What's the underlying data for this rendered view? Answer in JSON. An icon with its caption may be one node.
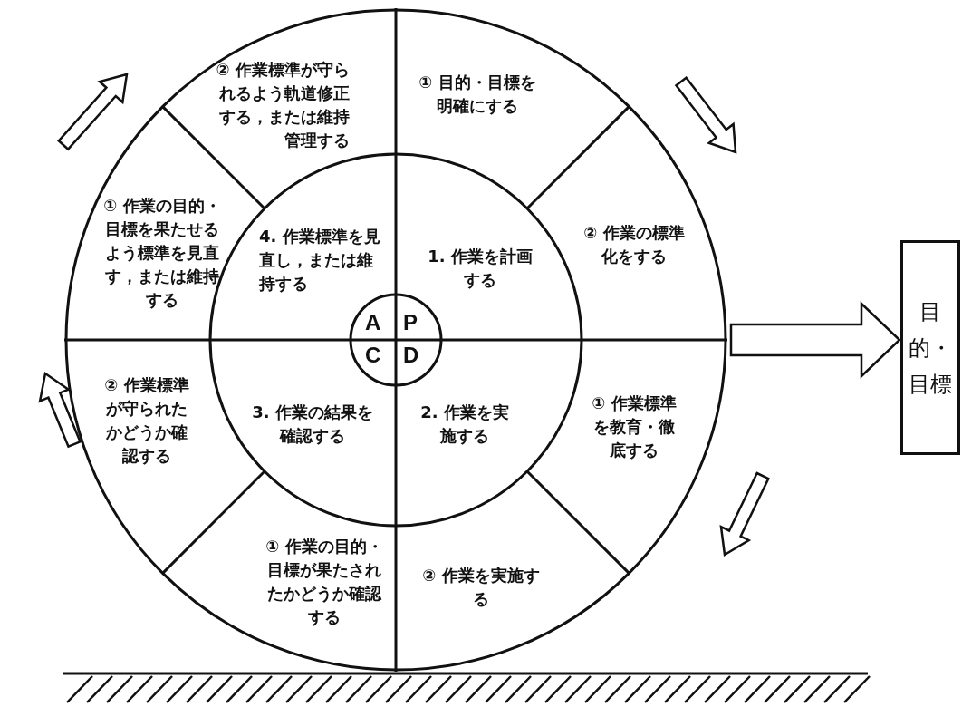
{
  "diagram": {
    "nodes": [
      {
        "text": [],
        "shape": "circle"
      },
      {
        "text": [
          "② 作業標準が守られるよう軌道修正する，または維持管理する"
        ],
        "in": 0
      },
      {
        "text": [
          "① 目的・目標を明確にする"
        ],
        "in": 0
      },
      {
        "text": [
          "① 作業の目的・目標を果たせるよう標準を見直す，または維持する"
        ],
        "in": 0
      },
      {
        "text": [
          "4. 作業標準を見直し，または維持する"
        ],
        "in": 0
      },
      {
        "text": [
          "1. 作業を計画する"
        ],
        "in": 0
      },
      {
        "text": [
          "② 作業の標準化をする"
        ],
        "in": 0
      },
      {
        "text": [
          "A",
          "P",
          "C",
          "D"
        ],
        "in": 0
      },
      {
        "text": [
          "② 作業標準が守られたかどうか確認する"
        ],
        "in": 0
      },
      {
        "text": [
          "3. 作業の結果を確認する"
        ],
        "in": 0
      },
      {
        "text": [
          "2. 作業を実施する"
        ],
        "in": 0
      },
      {
        "text": [
          "① 作業標準を教育・徹底する"
        ],
        "in": 0
      },
      {
        "text": [
          "① 作業の目的・目標が果たされたかどうか確認する"
        ],
        "in": 0
      },
      {
        "text": [
          "② 作業を実施する"
        ],
        "in": 0
      },
      {
        "text": [
          "目的・目標"
        ]
      }
    ],
    "edges": [
      {
        "from": 0,
        "to": 14,
        "arrow": "to"
      }
    ]
  }
}
